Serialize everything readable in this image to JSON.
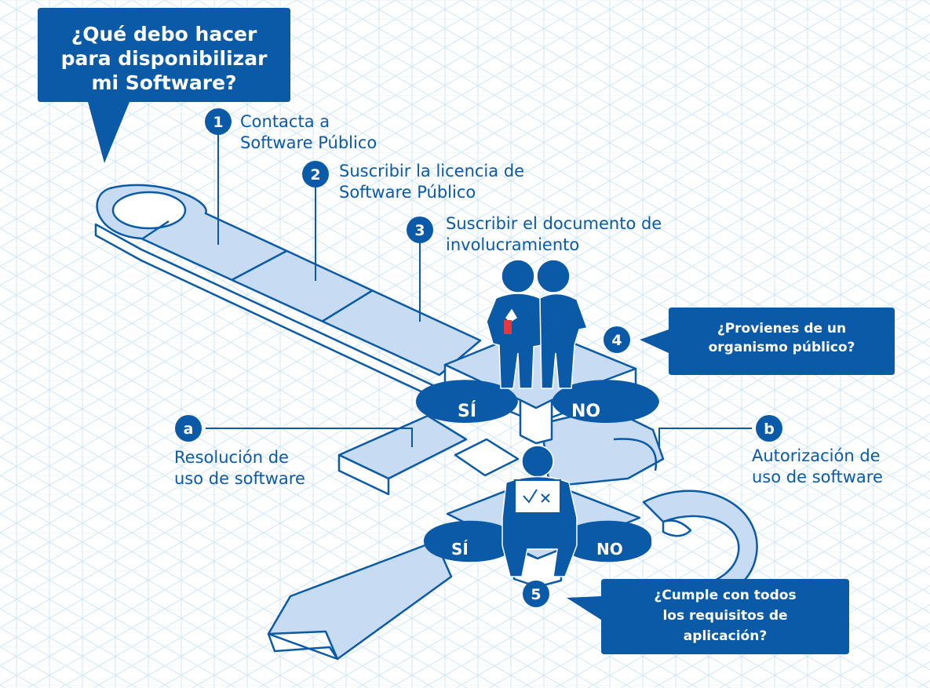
{
  "title_bubble": [
    "¿Qué debo hacer",
    "para disponibilizar",
    "mi Software?"
  ],
  "steps": [
    {
      "number": "1",
      "lines": [
        "Contacta a",
        "Software Público"
      ]
    },
    {
      "number": "2",
      "lines": [
        "Suscribir la licencia de",
        "Software Público"
      ]
    },
    {
      "number": "3",
      "lines": [
        "Suscribir el documento de",
        "involucramiento"
      ]
    }
  ],
  "question_4": {
    "number": "4",
    "lines": [
      "¿Provienes de un",
      "organismo público?"
    ]
  },
  "question_5": {
    "number": "5",
    "lines": [
      "¿Cumple con todos",
      "los requisitos de",
      "aplicación?"
    ]
  },
  "option_a": {
    "letter": "a",
    "lines": [
      "Resolución de",
      "uso de software"
    ]
  },
  "option_b": {
    "letter": "b",
    "lines": [
      "Autorización de",
      "uso de software"
    ]
  },
  "decision_1": {
    "yes": "SÍ",
    "no": "NO"
  },
  "decision_2": {
    "yes": "SÍ",
    "no": "NO"
  },
  "colors": {
    "primary": "#0a5aa8",
    "path_fill": "#c7dcf3",
    "grid": "#cfe6f7",
    "background": "#ffffff"
  }
}
